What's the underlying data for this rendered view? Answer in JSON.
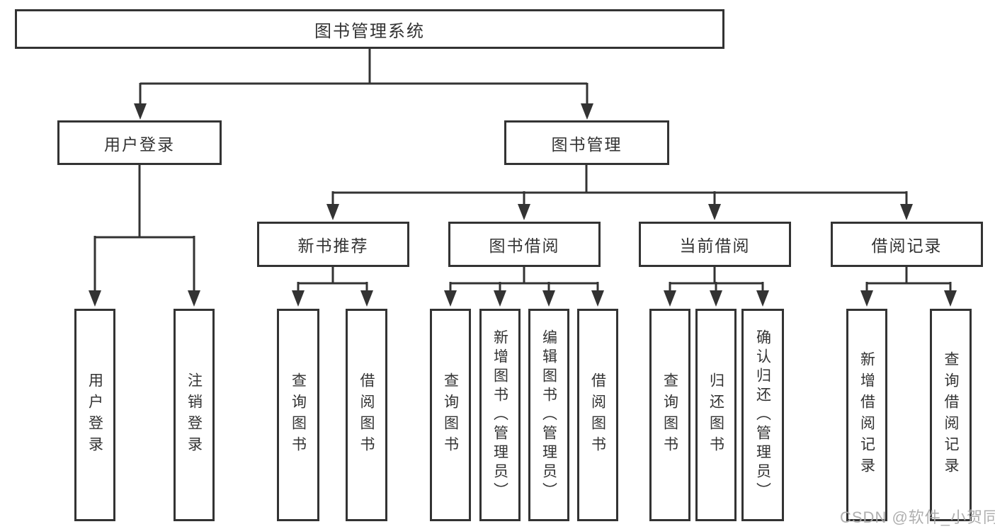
{
  "tree": {
    "root": "图书管理系统",
    "branches": [
      {
        "label": "用户登录",
        "leaves": [
          "用户登录",
          "注销登录"
        ]
      },
      {
        "label": "图书管理",
        "groups": [
          {
            "label": "新书推荐",
            "leaves": [
              "查询图书",
              "借阅图书"
            ]
          },
          {
            "label": "图书借阅",
            "leaves": [
              "查询图书",
              "新增图书（管理员）",
              "编辑图书（管理员）",
              "借阅图书"
            ]
          },
          {
            "label": "当前借阅",
            "leaves": [
              "查询图书",
              "归还图书",
              "确认归还（管理员）"
            ]
          },
          {
            "label": "借阅记录",
            "leaves": [
              "新增借阅记录",
              "查询借阅记录"
            ]
          }
        ]
      }
    ]
  },
  "watermark": "CSDN @软件_小贺同学",
  "colors": {
    "line": "#333333",
    "box_border": "#333333",
    "box_fill": "#ffffff",
    "text": "#333333",
    "watermark": "#a8a8a8"
  }
}
